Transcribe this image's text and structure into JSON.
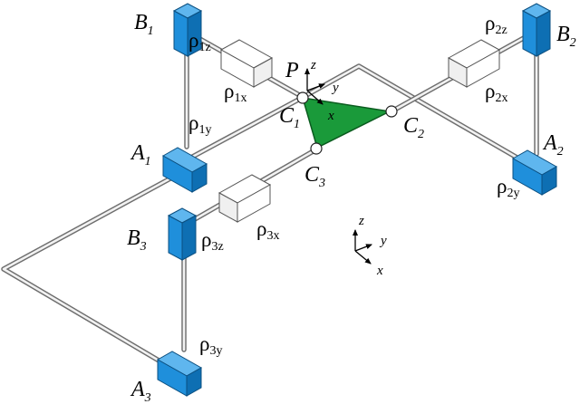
{
  "diagram": {
    "joints": {
      "B1": {
        "main": "B",
        "sub": "1"
      },
      "B2": {
        "main": "B",
        "sub": "2"
      },
      "B3": {
        "main": "B",
        "sub": "3"
      },
      "A1": {
        "main": "A",
        "sub": "1"
      },
      "A2": {
        "main": "A",
        "sub": "2"
      },
      "A3": {
        "main": "A",
        "sub": "3"
      },
      "C1": {
        "main": "C",
        "sub": "1"
      },
      "C2": {
        "main": "C",
        "sub": "2"
      },
      "C3": {
        "main": "C",
        "sub": "3"
      },
      "P": "P"
    },
    "actuators": {
      "r1z": {
        "main": "ρ",
        "sub": "1z"
      },
      "r1x": {
        "main": "ρ",
        "sub": "1x"
      },
      "r1y": {
        "main": "ρ",
        "sub": "1y"
      },
      "r2z": {
        "main": "ρ",
        "sub": "2z"
      },
      "r2x": {
        "main": "ρ",
        "sub": "2x"
      },
      "r2y": {
        "main": "ρ",
        "sub": "2y"
      },
      "r3z": {
        "main": "ρ",
        "sub": "3z"
      },
      "r3x": {
        "main": "ρ",
        "sub": "3x"
      },
      "r3y": {
        "main": "ρ",
        "sub": "3y"
      }
    },
    "platform_frame": {
      "x": "x",
      "y": "y",
      "z": "z"
    },
    "base_frame": {
      "x": "x",
      "y": "y",
      "z": "z"
    }
  },
  "colors": {
    "actuator_blue": "#1f8fdb",
    "platform_green": "#1a9a3a",
    "prismatic_box": "#ffffff",
    "rod": "#6e6e6e"
  }
}
